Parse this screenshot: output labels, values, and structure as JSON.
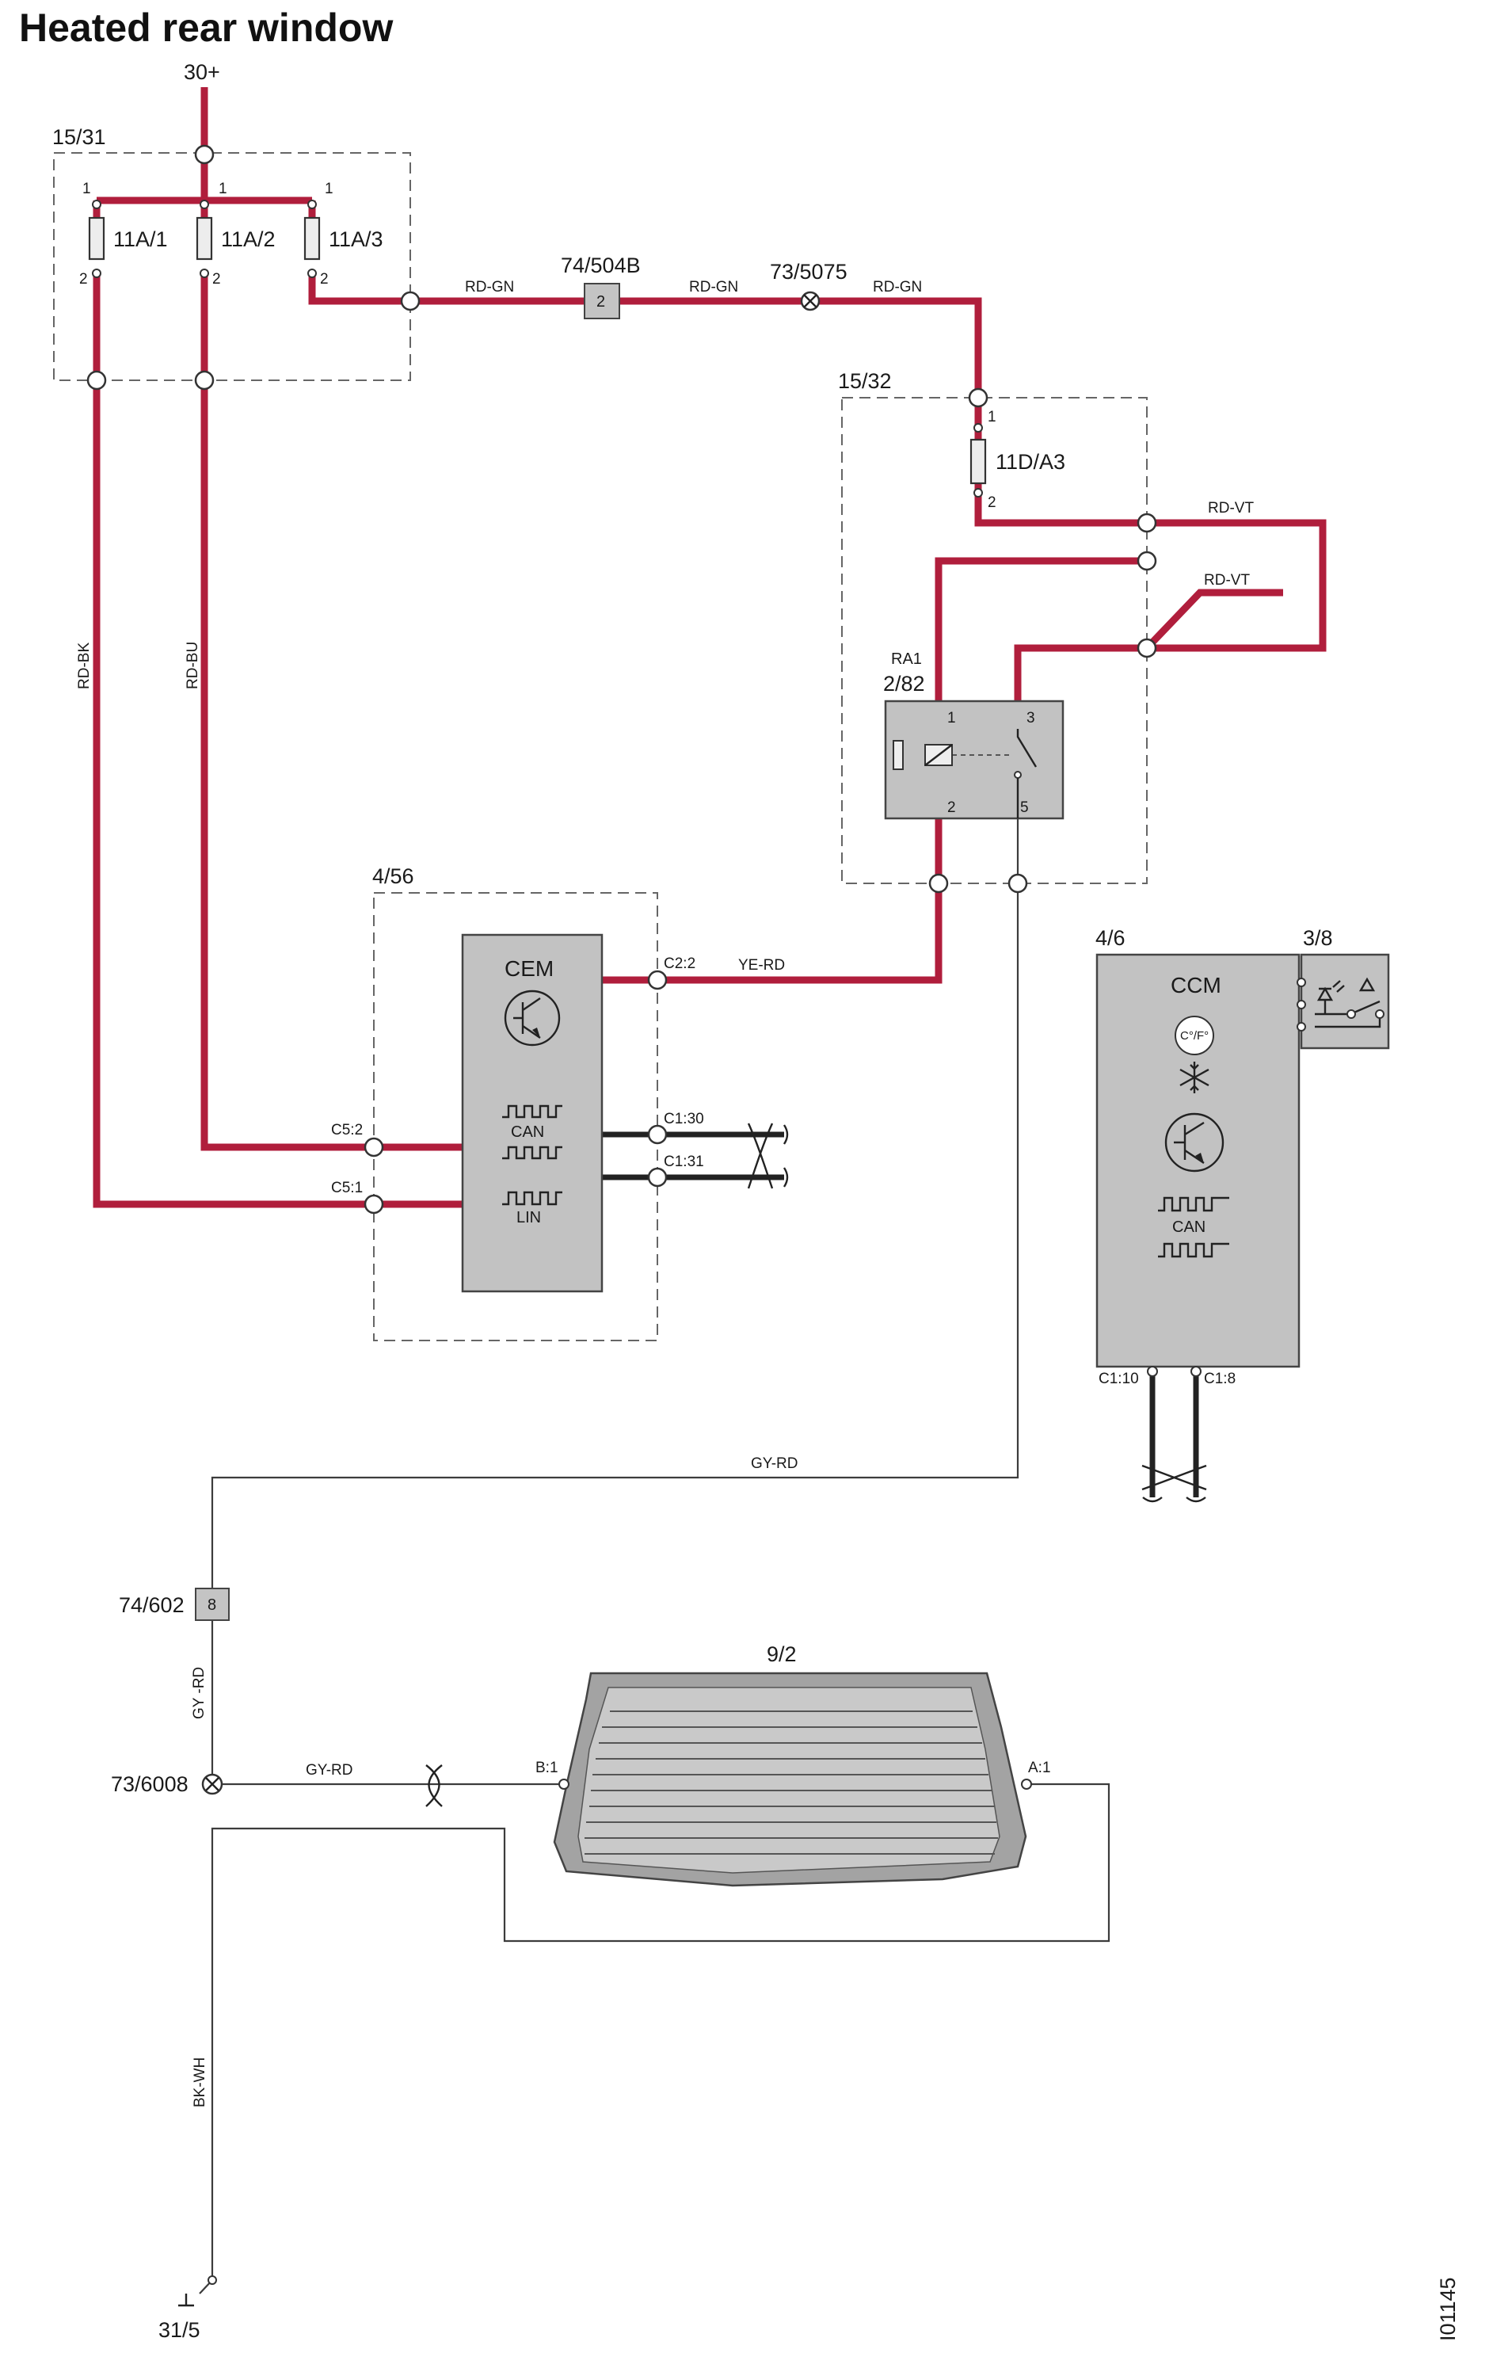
{
  "title": "Heated rear window",
  "doc_id": "I01145",
  "supply": "30+",
  "ground": "31/5",
  "colors": {
    "wire_red": "#b01e3c",
    "module_fill": "#c2c2c2",
    "frame": "#666666"
  },
  "fuse_box_main": {
    "id": "15/31",
    "fuses": [
      {
        "label": "11A/1",
        "pin_top": "1",
        "pin_bottom": "2"
      },
      {
        "label": "11A/2",
        "pin_top": "1",
        "pin_bottom": "2"
      },
      {
        "label": "11A/3",
        "pin_top": "1",
        "pin_bottom": "2"
      }
    ]
  },
  "connectors": {
    "c504b": {
      "id": "74/504B",
      "pin": "2"
    },
    "splice5075": {
      "id": "73/5075"
    },
    "c602": {
      "id": "74/602",
      "pin": "8"
    },
    "splice6008": {
      "id": "73/6008"
    }
  },
  "relay_box": {
    "id": "15/32",
    "fuse": {
      "label": "11D/A3",
      "pin_top": "1",
      "pin_bottom": "2"
    },
    "relay": {
      "name": "RA1",
      "id": "2/82",
      "pins": [
        "1",
        "3",
        "2",
        "5"
      ]
    }
  },
  "cem": {
    "frame_id": "4/56",
    "name": "CEM",
    "bus_labels": [
      "CAN",
      "LIN"
    ],
    "pins": {
      "c2_2": "C2:2",
      "c5_2": "C5:2",
      "c5_1": "C5:1",
      "c1_30": "C1:30",
      "c1_31": "C1:31"
    }
  },
  "ccm": {
    "id": "4/6",
    "name": "CCM",
    "temp_label": "C°/F°",
    "bus_label": "CAN",
    "pins": {
      "c1_10": "C1:10",
      "c1_8": "C1:8"
    }
  },
  "control_panel": {
    "id": "3/8"
  },
  "rear_window": {
    "id": "9/2",
    "pin_left": "B:1",
    "pin_right": "A:1"
  },
  "wires": {
    "rd_gn": "RD-GN",
    "rd_vt": "RD-VT",
    "rd_bk": "RD-BK",
    "rd_bu": "RD-BU",
    "ye_rd": "YE-RD",
    "gy_rd": "GY-RD",
    "gy_rd_spaced": "GY -RD",
    "bk_wh": "BK-WH"
  }
}
